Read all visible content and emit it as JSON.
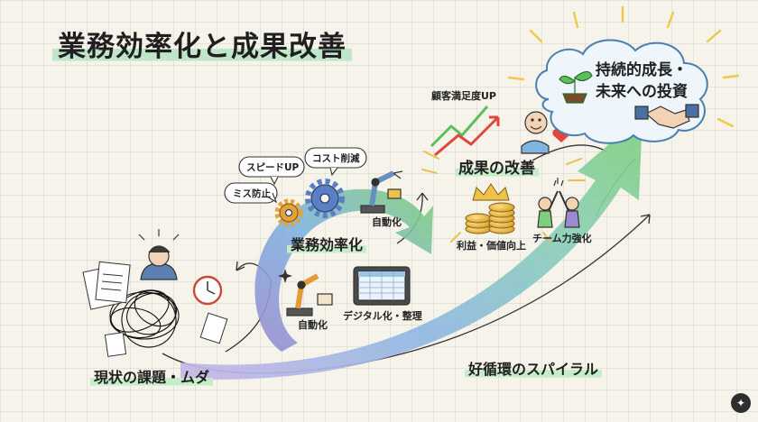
{
  "title": "業務効率化と成果改善",
  "stages": {
    "problem": "現状の課題・ムダ",
    "efficiency": "業務効率化",
    "results": "成果の改善",
    "future_line1": "持続的成長・",
    "future_line2": "未来への投資"
  },
  "spiral_label": "好循環のスパイラル",
  "bubbles": {
    "speed": "スピードUP",
    "cost": "コスト削減",
    "mistake": "ミス防止"
  },
  "efficiency_items": {
    "automation_top": "自動化",
    "automation_bottom": "自動化",
    "digital": "デジタル化・整理"
  },
  "results_items": {
    "satisfaction": "顧客満足度UP",
    "profit": "利益・価値向上",
    "team": "チーム力強化"
  },
  "colors": {
    "highlight": "#c6ecc9",
    "arrow_green": "#7fcf7a",
    "arrow_blue": "#7fb3e0",
    "arrow_purple": "#9b8ad0",
    "gold": "#e0a92a",
    "red_trend": "#e0463a"
  },
  "icons": [
    "stressed-person-icon",
    "documents-icon",
    "clock-icon",
    "tangle-icon",
    "gear-icon",
    "robot-arm-icon",
    "tablet-spreadsheet-icon",
    "trend-up-icon",
    "happy-face-icon",
    "heart-icon",
    "crown-icon",
    "coins-icon",
    "high-five-icon",
    "sprout-icon",
    "handshake-icon",
    "sparkle-icon"
  ]
}
